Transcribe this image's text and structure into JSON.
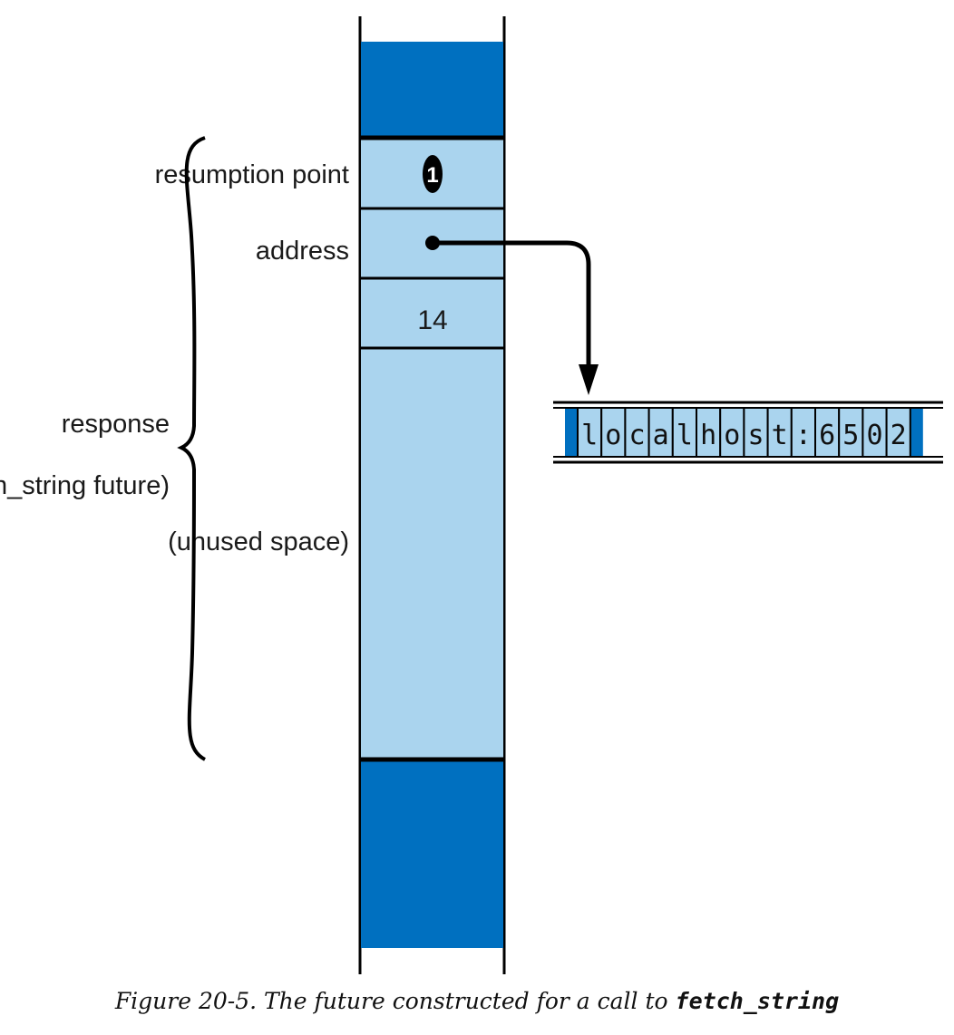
{
  "labels": {
    "resumption_point": "resumption point",
    "address": "address",
    "response_line1": "response",
    "response_line2": "(fetch_string future)",
    "unused_space": "(unused space)"
  },
  "cells": {
    "resumption_marker": "1",
    "value": "14"
  },
  "string_chars": [
    "l",
    "o",
    "c",
    "a",
    "l",
    "h",
    "o",
    "s",
    "t",
    ":",
    "6",
    "5",
    "0",
    "2"
  ],
  "caption": {
    "prefix": "Figure 20-5. The future constructed for a call to ",
    "code": "fetch_string"
  },
  "colors": {
    "dark_blue": "#0070c0",
    "light_blue": "#aad4ee",
    "line": "#000000"
  }
}
